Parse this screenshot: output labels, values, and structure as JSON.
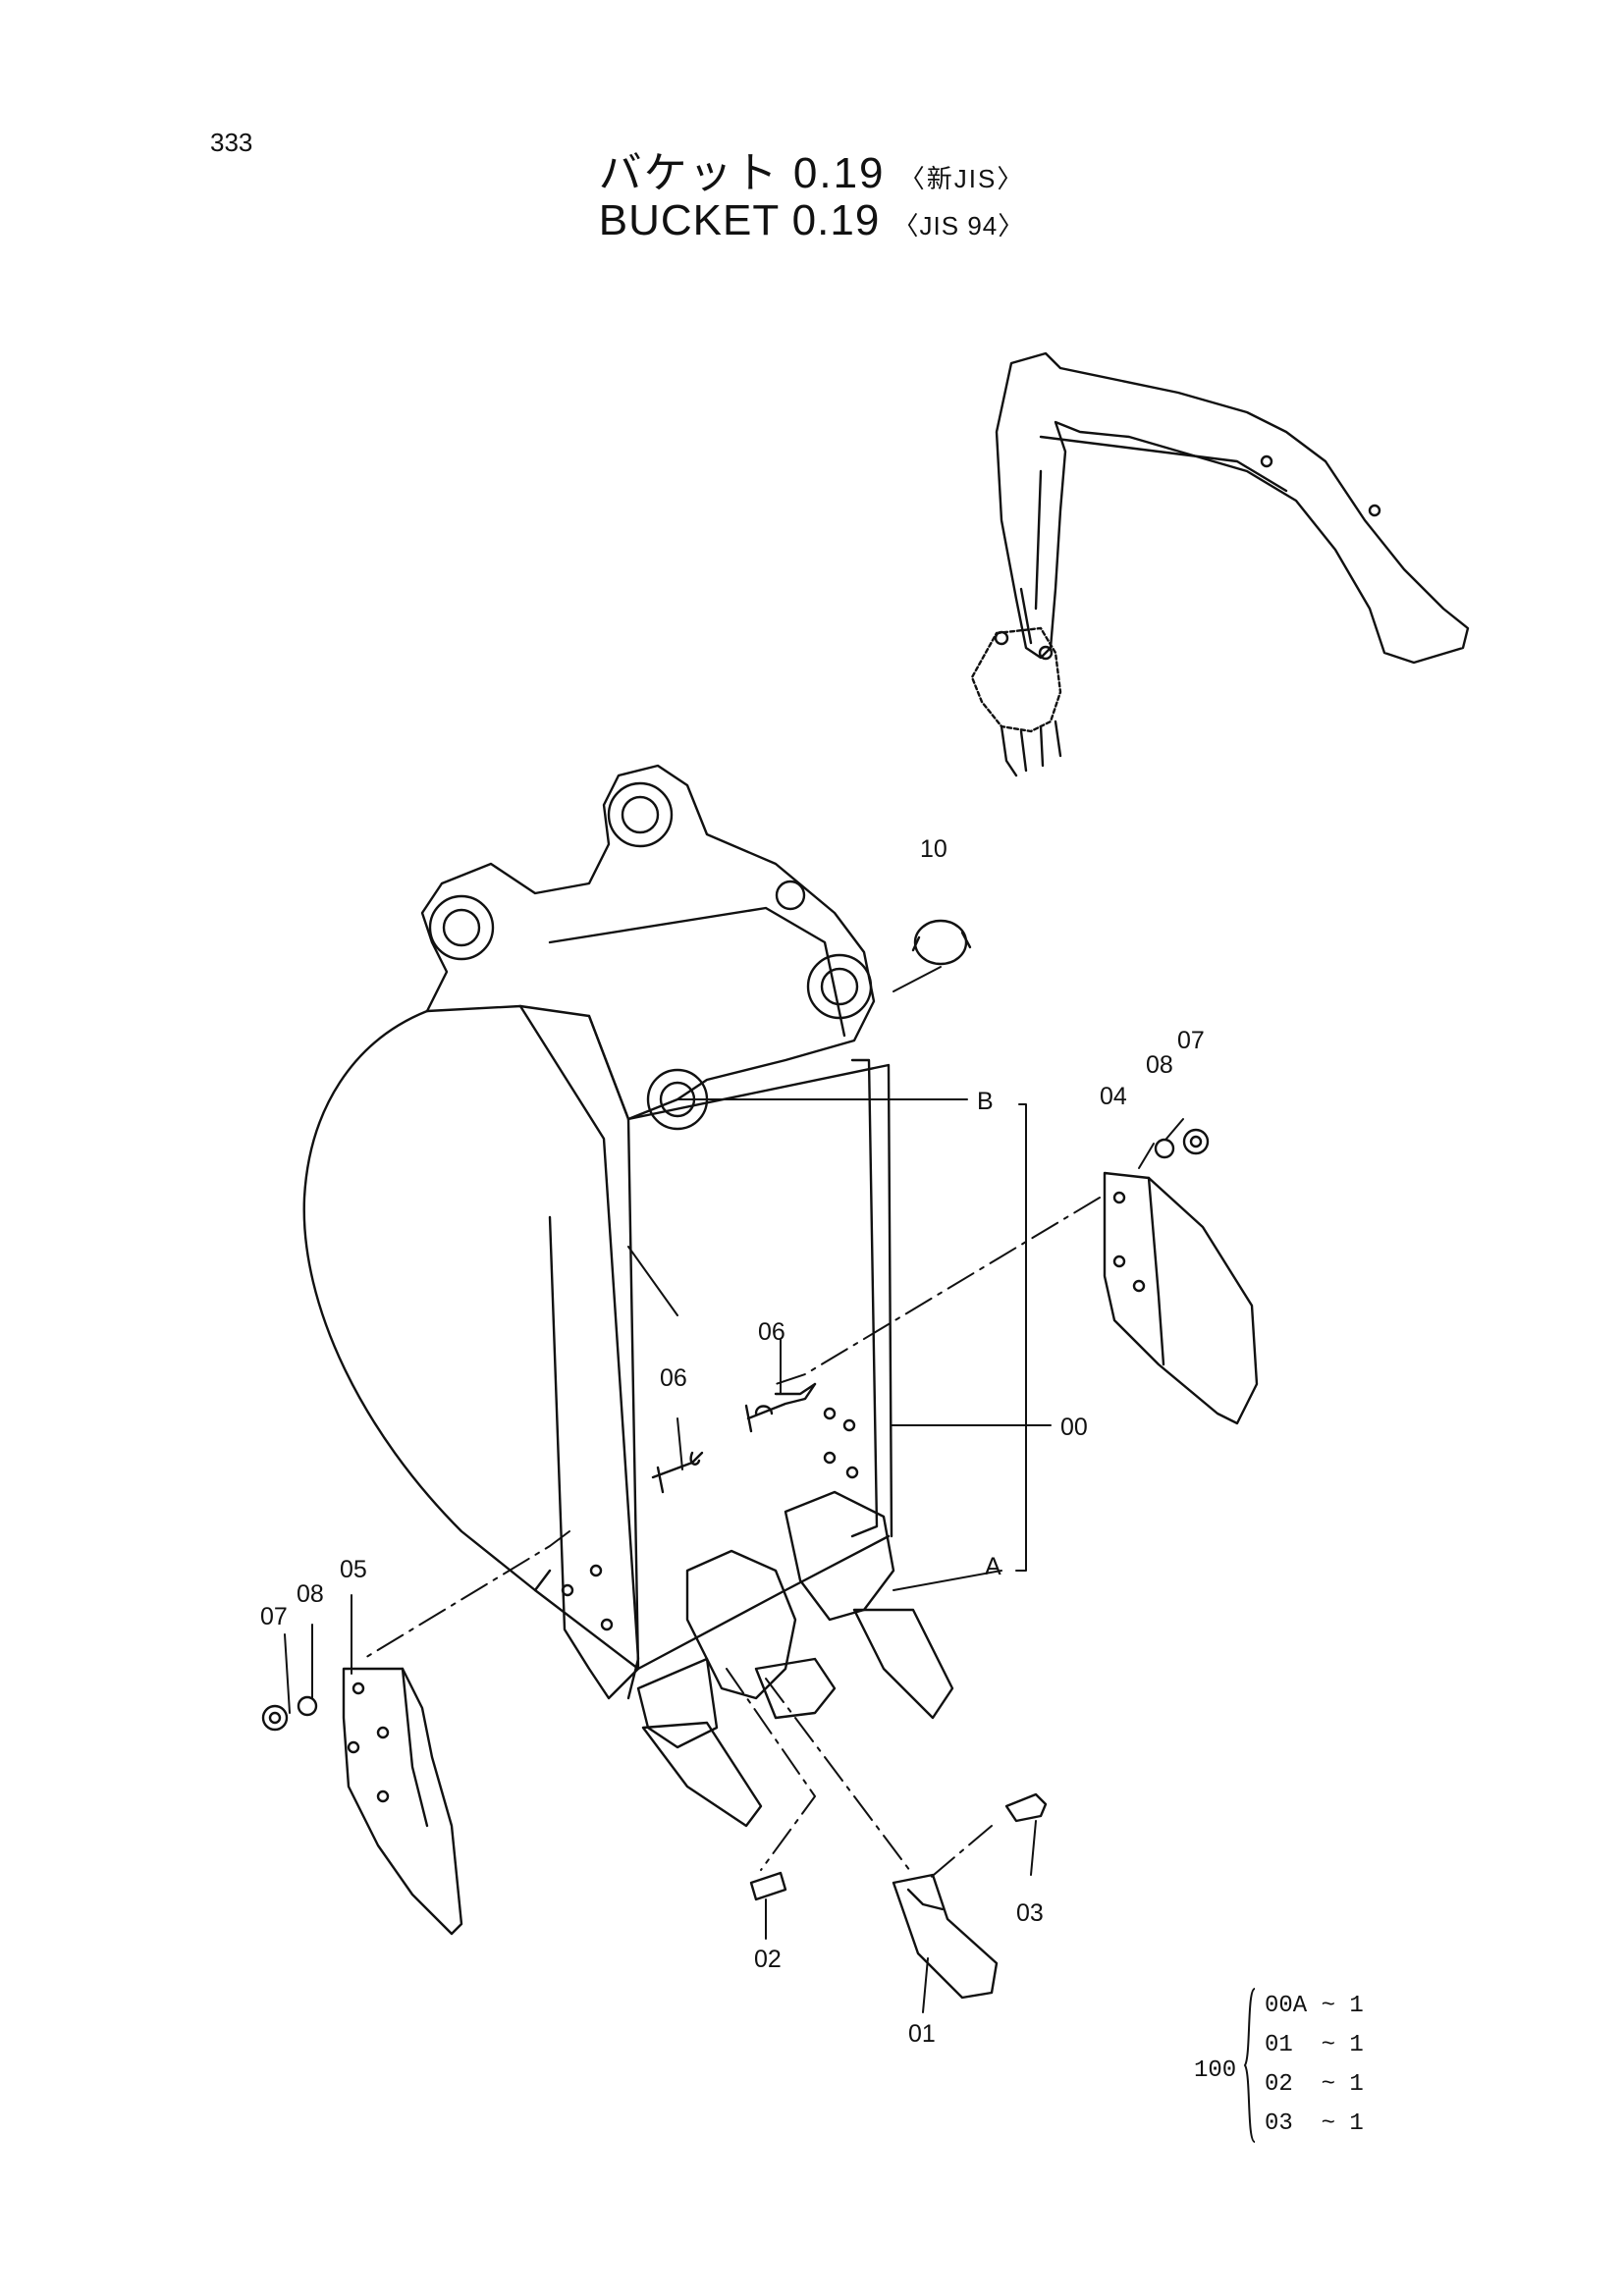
{
  "page_number": "333",
  "title": {
    "jp_main": "バケット 0.19",
    "jp_spec": "〈新JIS〉",
    "en_main": "BUCKET  0.19",
    "en_spec": "〈JIS 94〉"
  },
  "callouts": {
    "p10": "10",
    "p08a": "08",
    "p07a": "07",
    "p04": "04",
    "b": "B",
    "p06a": "06",
    "p06b": "06",
    "p00": "00",
    "a": "A",
    "p05": "05",
    "p08b": "08",
    "p07b": "07",
    "p02": "02",
    "p03": "03",
    "p01": "01"
  },
  "set": {
    "quantity_label": "100",
    "rows": [
      "00A ~ 1",
      "01  ~ 1",
      "02  ~ 1",
      "03  ~ 1"
    ]
  }
}
